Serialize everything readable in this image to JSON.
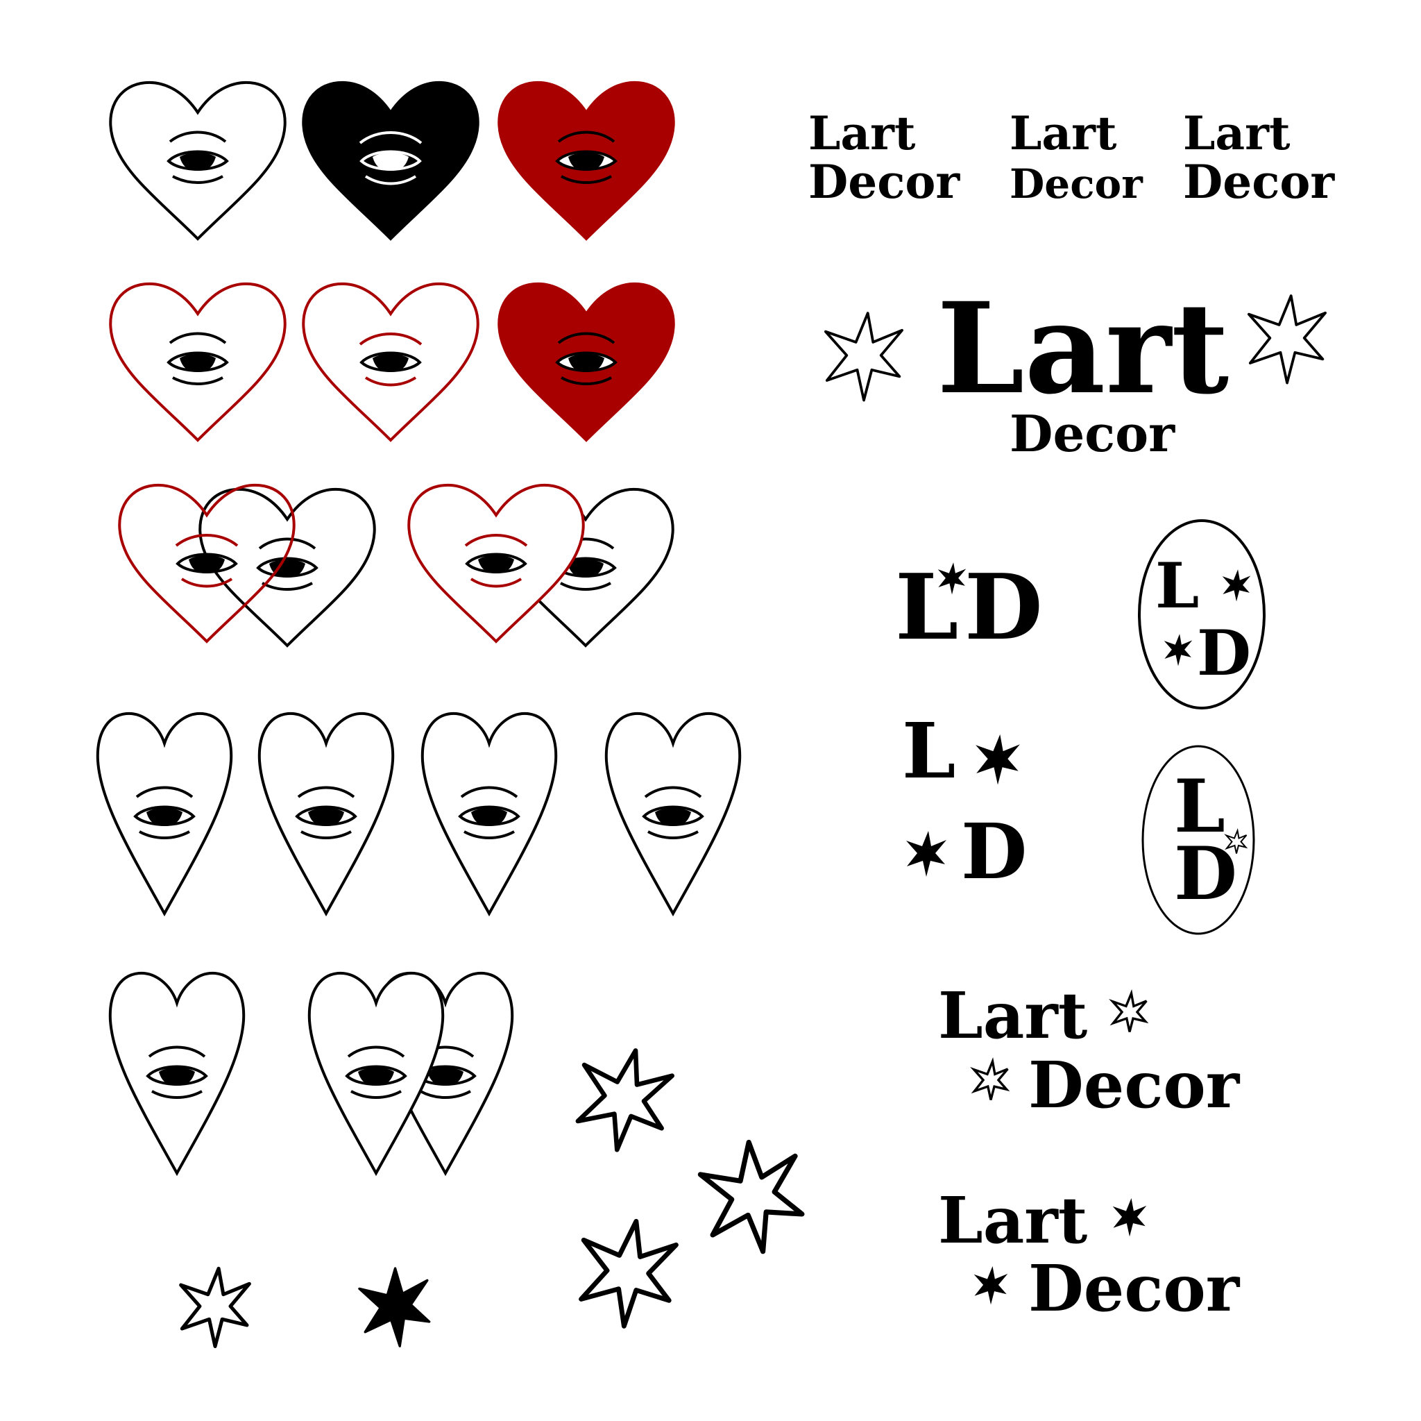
{
  "colors": {
    "ink": "#000000",
    "red": "#a80000",
    "paper": "#ffffff"
  },
  "wordmarks": {
    "small_1": {
      "line1": "Lart",
      "line2": "Decor"
    },
    "small_2": {
      "line1": "Lart",
      "line2": "Decor"
    },
    "small_3": {
      "line1": "Lart",
      "line2": "Decor"
    },
    "large": {
      "line1": "Lart",
      "line2": "Decor"
    },
    "outline_star_lockup": {
      "line1": "Lart",
      "line2": "Decor"
    },
    "filled_star_lockup": {
      "line1": "Lart",
      "line2": "Decor"
    }
  },
  "monograms": {
    "ld_inline": {
      "l": "L",
      "d": "D"
    },
    "ld_stacked": {
      "l": "L",
      "d": "D"
    },
    "ld_oval_stars": {
      "l": "L",
      "d": "D"
    },
    "ld_oval_outline": {
      "l": "L",
      "d": "D"
    }
  },
  "icons": [
    "heart-eye-icon",
    "tall-heart-eye-icon",
    "overlapping-hearts-icon",
    "star-icon"
  ]
}
